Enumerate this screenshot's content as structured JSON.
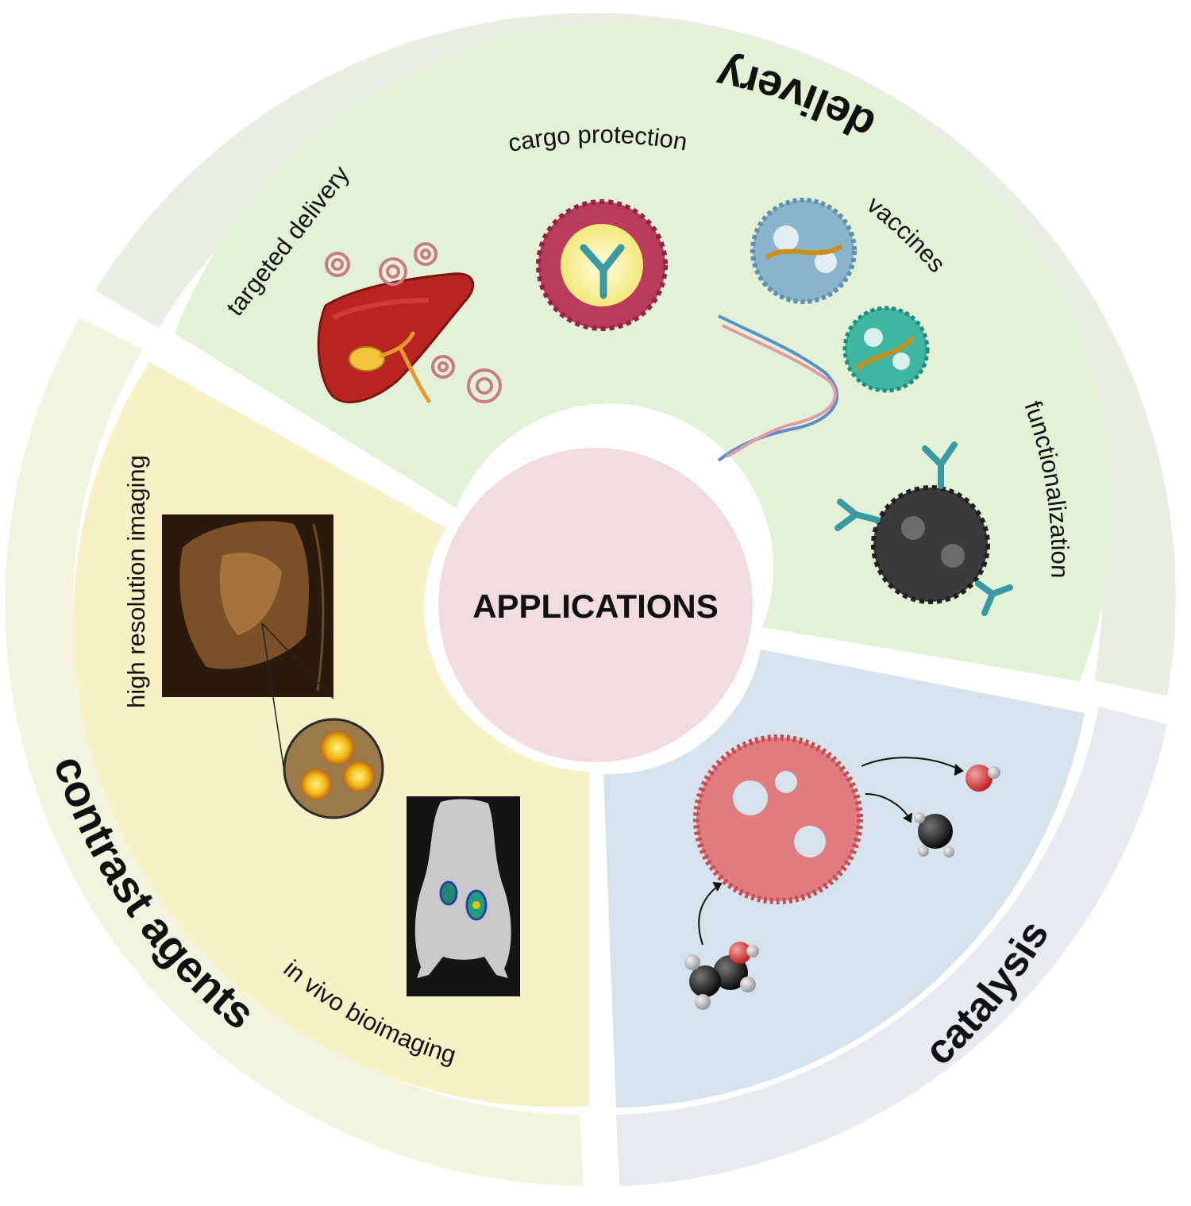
{
  "center": {
    "title": "APPLICATIONS"
  },
  "sectors": {
    "delivery": {
      "title": "delivery",
      "labels": {
        "targeted": "targeted delivery",
        "cargo": "cargo protection",
        "vaccines": "vaccines",
        "functionalization": "functionalization"
      }
    },
    "catalysis": {
      "title": "catalysis"
    },
    "contrast": {
      "title": "contrast agents",
      "labels": {
        "high_res": "high resolution imaging",
        "in_vivo": "in vivo bioimaging"
      }
    }
  },
  "colors": {
    "delivery_outer": "#e9eee3",
    "delivery_inner": "#e3f1d6",
    "catalysis_outer": "#e7ebef",
    "catalysis_inner": "#d6e3ec",
    "contrast_outer": "#f3f4e0",
    "contrast_inner": "#f6f2c6",
    "center": "#f1dde0"
  }
}
